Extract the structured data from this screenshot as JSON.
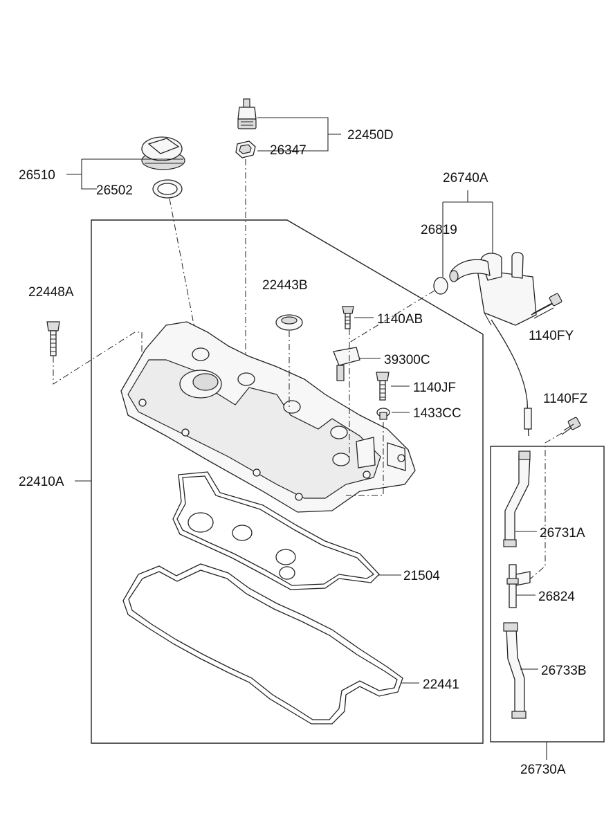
{
  "diagram": {
    "labels": {
      "p22450D": "22450D",
      "p26347": "26347",
      "p26510": "26510",
      "p26502": "26502",
      "p26740A": "26740A",
      "p26819": "26819",
      "p22448A": "22448A",
      "p22443B": "22443B",
      "p1140AB": "1140AB",
      "p1140FY": "1140FY",
      "p39300C": "39300C",
      "p1140JF": "1140JF",
      "p1140FZ": "1140FZ",
      "p1433CC": "1433CC",
      "p22410A": "22410A",
      "p26731A": "26731A",
      "p21504": "21504",
      "p26824": "26824",
      "p22441": "22441",
      "p26733B": "26733B",
      "p26730A": "26730A"
    }
  }
}
